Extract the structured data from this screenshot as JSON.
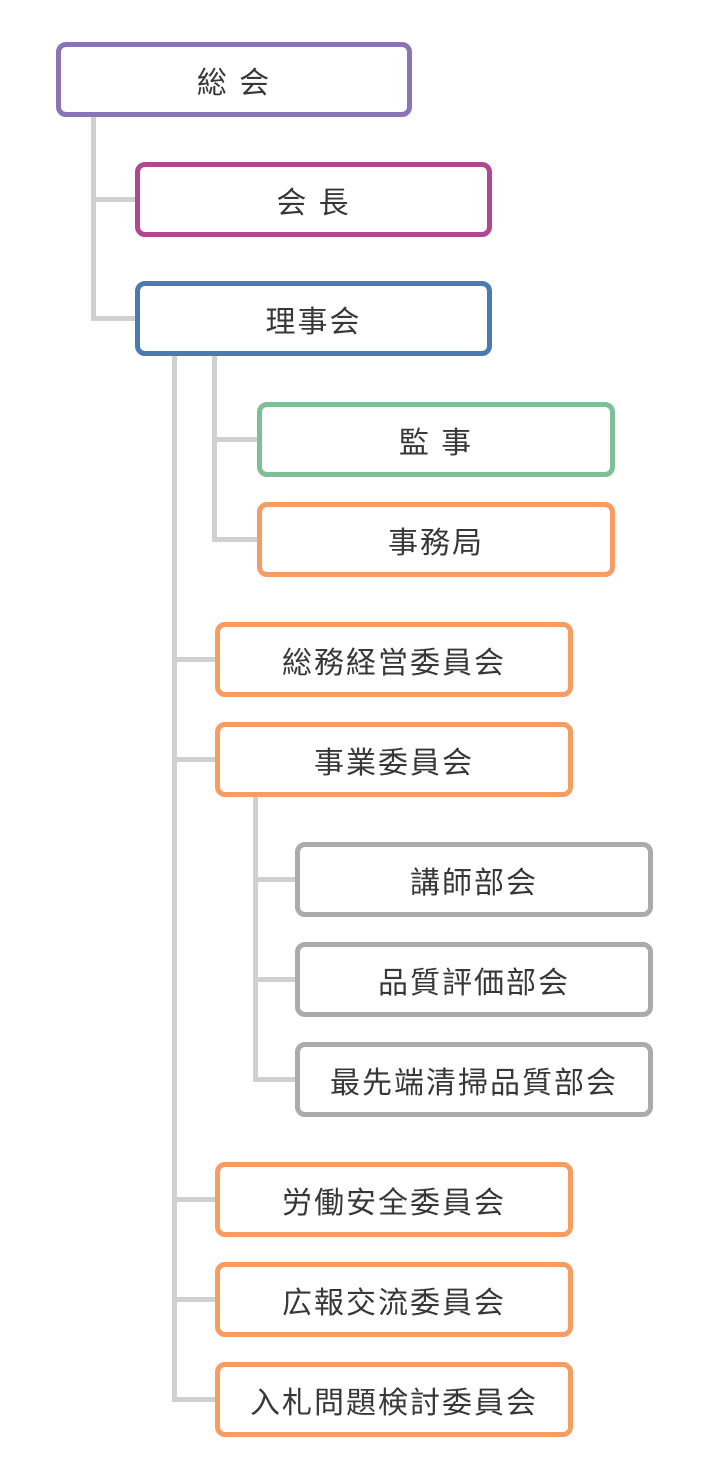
{
  "chart_data": {
    "type": "org-chart-diagram",
    "title": "",
    "root": "soukai",
    "nodes": [
      {
        "id": "soukai",
        "label": "総 会",
        "border_color": "#8b74b5",
        "parent": null
      },
      {
        "id": "kaicho",
        "label": "会 長",
        "border_color": "#b1478f",
        "parent": "soukai"
      },
      {
        "id": "rijikai",
        "label": "理事会",
        "border_color": "#4a7ab3",
        "parent": "soukai"
      },
      {
        "id": "kanji",
        "label": "監 事",
        "border_color": "#7fbf95",
        "parent": "rijikai"
      },
      {
        "id": "jimukyoku",
        "label": "事務局",
        "border_color": "#f79c63",
        "parent": "rijikai"
      },
      {
        "id": "somu-keiei-iinkai",
        "label": "総務経営委員会",
        "border_color": "#f79c63",
        "parent": "rijikai"
      },
      {
        "id": "jigyo-iinkai",
        "label": "事業委員会",
        "border_color": "#f79c63",
        "parent": "rijikai"
      },
      {
        "id": "koshi-bukai",
        "label": "講師部会",
        "border_color": "#ababab",
        "parent": "jigyo-iinkai"
      },
      {
        "id": "hinshitsu-hyoka-bukai",
        "label": "品質評価部会",
        "border_color": "#ababab",
        "parent": "jigyo-iinkai"
      },
      {
        "id": "saisentan-seiso-hinshitsu-bukai",
        "label": "最先端清掃品質部会",
        "border_color": "#ababab",
        "parent": "jigyo-iinkai"
      },
      {
        "id": "rodo-anzen-iinkai",
        "label": "労働安全委員会",
        "border_color": "#f79c63",
        "parent": "rijikai"
      },
      {
        "id": "koho-koryu-iinkai",
        "label": "広報交流委員会",
        "border_color": "#f79c63",
        "parent": "rijikai"
      },
      {
        "id": "nyusatsu-mondai-kento-iinkai",
        "label": "入札問題検討委員会",
        "border_color": "#f79c63",
        "parent": "rijikai"
      }
    ]
  },
  "colors": {
    "purple": "#8b74b5",
    "magenta": "#b1478f",
    "blue": "#4a7ab3",
    "green": "#7fbf95",
    "orange": "#f79c63",
    "gray_border": "#ababab",
    "connector": "#d0d0d0",
    "text": "#383838",
    "background": "#ffffff"
  }
}
